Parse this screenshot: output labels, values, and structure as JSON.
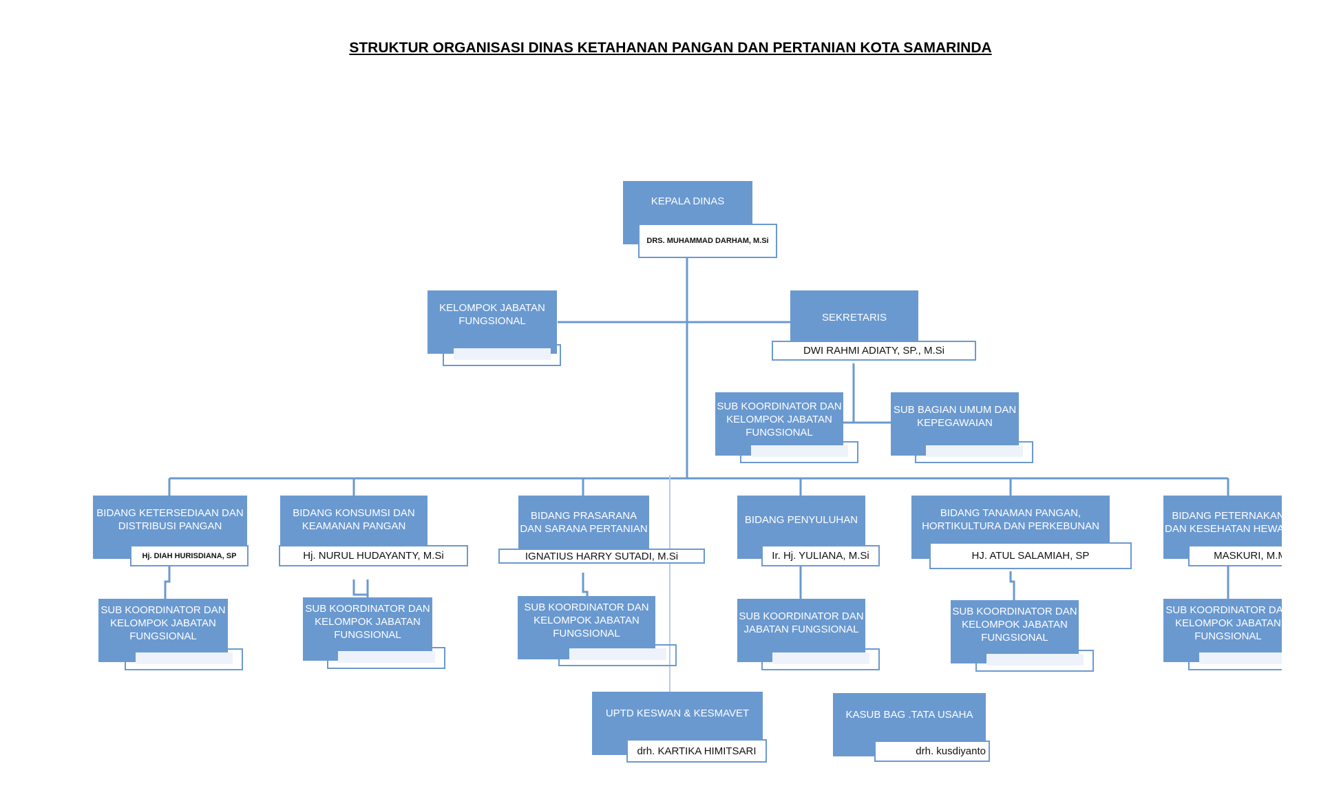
{
  "title": "STRUKTUR ORGANISASI DINAS KETAHANAN PANGAN DAN PERTANIAN KOTA SAMARINDA",
  "colors": {
    "box": "#6a99d0",
    "line": "#6a99d0",
    "text_on_box": "#ffffff"
  },
  "kepala": {
    "title": "KEPALA DINAS",
    "name": "DRS. MUHAMMAD DARHAM, M.Si"
  },
  "kelompok": {
    "title": "KELOMPOK JABATAN FUNGSIONAL",
    "name": ""
  },
  "sekretaris": {
    "title": "SEKRETARIS",
    "name": "DWI RAHMI ADIATY, SP., M.Si"
  },
  "sek_sub1": {
    "title": "SUB KOORDINATOR DAN KELOMPOK JABATAN FUNGSIONAL",
    "name": ""
  },
  "sek_sub2": {
    "title": "SUB BAGIAN UMUM DAN KEPEGAWAIAN",
    "name": ""
  },
  "bidang": [
    {
      "title": "BIDANG KETERSEDIAAN DAN DISTRIBUSI PANGAN",
      "name": "Hj. DIAH HURISDIANA, SP",
      "sub": "SUB KOORDINATOR DAN KELOMPOK JABATAN FUNGSIONAL"
    },
    {
      "title": "BIDANG KONSUMSI DAN KEAMANAN PANGAN",
      "name": "Hj. NURUL HUDAYANTY, M.Si",
      "sub": "SUB KOORDINATOR DAN KELOMPOK JABATAN FUNGSIONAL"
    },
    {
      "title": "BIDANG PRASARANA DAN SARANA PERTANIAN",
      "name": "IGNATIUS HARRY SUTADI, M.Si",
      "sub": "SUB KOORDINATOR DAN KELOMPOK JABATAN FUNGSIONAL"
    },
    {
      "title": "BIDANG PENYULUHAN",
      "name": "Ir. Hj. YULIANA, M.Si",
      "sub": "SUB KOORDINATOR DAN JABATAN FUNGSIONAL"
    },
    {
      "title": "BIDANG TANAMAN PANGAN, HORTIKULTURA DAN PERKEBUNAN",
      "name": "HJ. ATUL SALAMIAH, SP",
      "sub": "SUB KOORDINATOR DAN KELOMPOK JABATAN FUNGSIONAL"
    },
    {
      "title": "BIDANG PETERNAKAN DAN KESEHATAN HEWAN",
      "name": "MASKURI, M.M",
      "sub": "SUB KOORDINATOR DAN KELOMPOK  JABATAN FUNGSIONAL"
    }
  ],
  "uptd": {
    "title": "UPTD KESWAN & KESMAVET",
    "name": "drh. KARTIKA HIMITSARI"
  },
  "kasub": {
    "title": "KASUB BAG .TATA USAHA",
    "name": "drh. kusdiyanto"
  }
}
